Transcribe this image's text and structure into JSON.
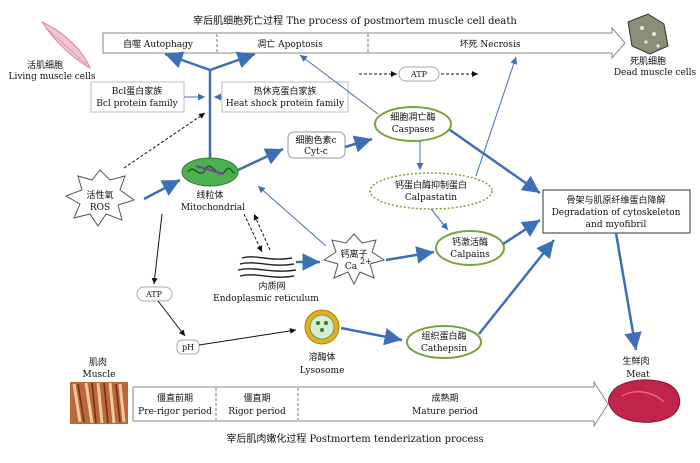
{
  "top_band": {
    "title": "宰后肌细胞死亡过程 The process of postmortem muscle cell death",
    "stages": [
      "自噬 Autophagy",
      "凋亡 Apoptosis",
      "坏死 Necrosis"
    ]
  },
  "bottom_band": {
    "title": "宰后肌肉嫩化过程 Postmortem tenderization process",
    "stages": [
      {
        "zh": "僵直前期",
        "en": "Pre-rigor period"
      },
      {
        "zh": "僵直期",
        "en": "Rigor period"
      },
      {
        "zh": "成熟期",
        "en": "Mature period"
      }
    ]
  },
  "living_cells": {
    "zh": "活肌细胞",
    "en": "Living muscle cells"
  },
  "dead_cells": {
    "zh": "死肌细胞",
    "en": "Dead muscle cells"
  },
  "muscle": {
    "zh": "肌肉",
    "en": "Muscle"
  },
  "meat": {
    "zh": "生鲜肉",
    "en": "Meat"
  },
  "bcl": {
    "zh": "Bcl蛋白家族",
    "en": "Bcl protein family"
  },
  "hsp": {
    "zh": "热休克蛋白家族",
    "en": "Heat shock protein family"
  },
  "ros": {
    "zh": "活性氧",
    "en": "ROS"
  },
  "mito": {
    "zh": "线粒体",
    "en": "Mitochondrial"
  },
  "er": {
    "zh": "内质网",
    "en": "Endoplasmic reticulum"
  },
  "cytc": {
    "zh": "细胞色素c",
    "en": "Cyt-c"
  },
  "caspases": {
    "zh": "细胞凋亡酶",
    "en": "Caspases"
  },
  "calpastatin": {
    "zh": "钙蛋白酶抑制蛋白",
    "en": "Calpastatin"
  },
  "calcium": {
    "zh": "钙离子",
    "en": "Ca",
    "sup": "2+"
  },
  "calpains": {
    "zh": "钙激活酶",
    "en": "Calpains"
  },
  "degradation": {
    "zh": "骨架与肌原纤维蛋白降解",
    "en1": "Degradation of cytoskeleton",
    "en2": "and myofibril"
  },
  "atp_top": "ATP",
  "atp_left": "ATP",
  "ph": "pH",
  "lysosome": {
    "zh": "溶酶体",
    "en": "Lysosome"
  },
  "cathepsin": {
    "zh": "组织蛋白酶",
    "en": "Cathepsin"
  },
  "colors": {
    "arrow_blue": "#3d6fb6",
    "ellipse_green": "#7aa33a",
    "mito_green": "#4caf50",
    "lysosome_yellow": "#e0b020",
    "meat_red": "#c0244a"
  }
}
